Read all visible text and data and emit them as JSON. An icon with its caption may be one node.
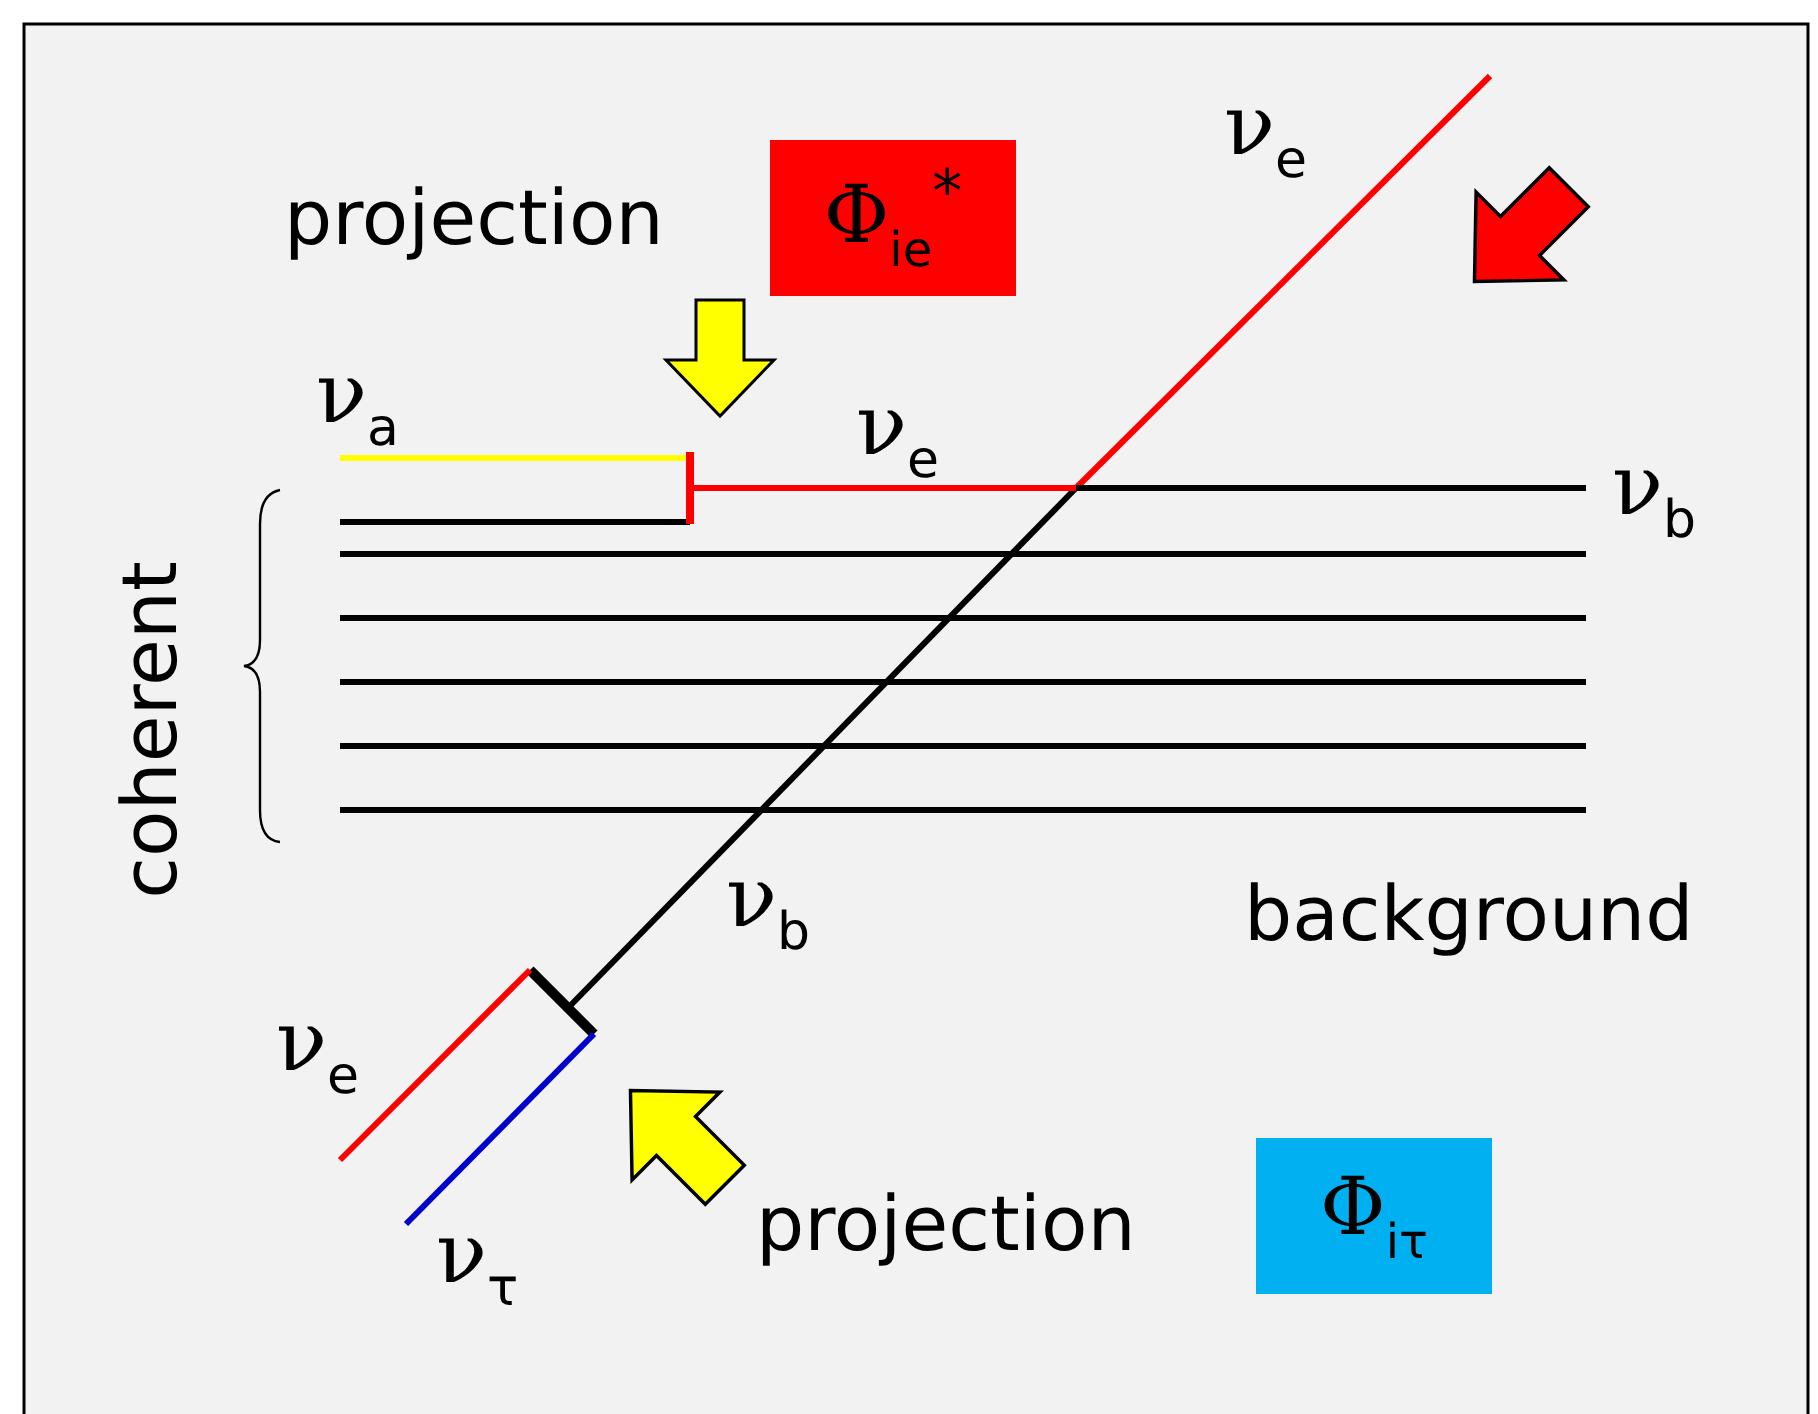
{
  "diagram": {
    "nodes": [
      {
        "text": [
          "Φ$_{ie}$$^{*}$"
        ],
        "beside": [
          "projection"
        ]
      },
      {
        "text": [
          "Φ$_{iτ}$"
        ],
        "beside": [
          "projection"
        ]
      }
    ],
    "labels": [
      "ν$_{e}$",
      "ν$_{a}$",
      "ν$_{e}$",
      "ν$_{b}$",
      "coherent",
      "ν$_{b}$",
      "background",
      "ν$_{e}$",
      "ν$_{τ}$"
    ]
  }
}
